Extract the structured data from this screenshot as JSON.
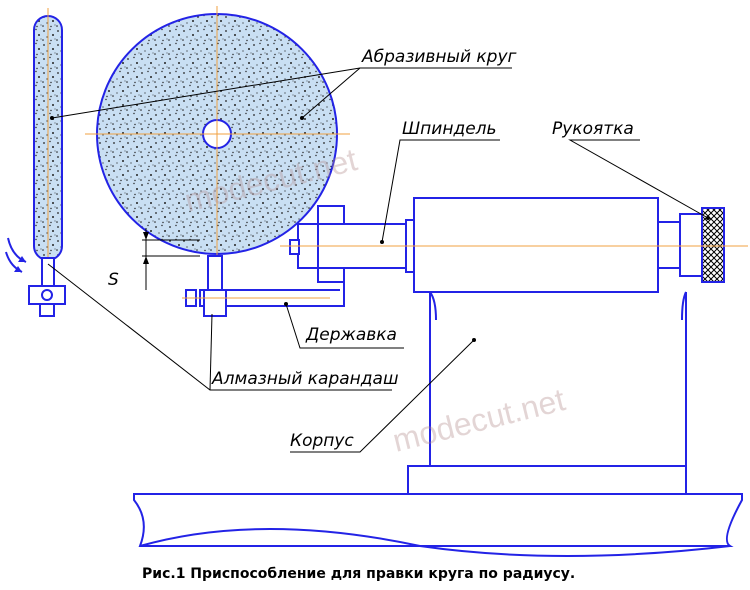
{
  "labels": {
    "wheel": "Абразивный круг",
    "spindle": "Шпиндель",
    "handle": "Рукоятка",
    "holder": "Державка",
    "pencil": "Алмазный карандаш",
    "body": "Корпус",
    "feed": "S"
  },
  "watermark": "modecut.net",
  "caption": "Рис.1 Приспособление для правки круга по радиусу.",
  "colors": {
    "outline": "#2323e6",
    "wheel_fill": "#c9dff3",
    "axis": "#f0a040",
    "watermark": "#b08a8a"
  }
}
